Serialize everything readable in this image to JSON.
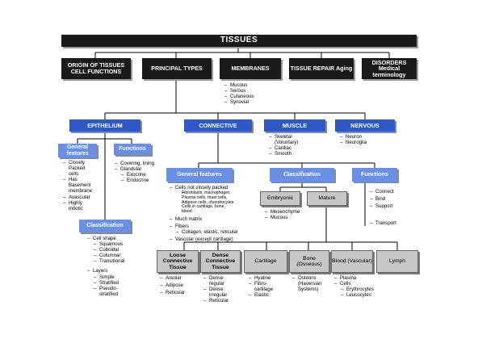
{
  "top": "TISSUES",
  "level1": {
    "origin": "ORIGIN OF TISSUES CELL FUNCTIONS",
    "principal": "PRINCIPAL TYPES",
    "membranes": "MEMBRANES",
    "repair": "TISSUE REPAIR Aging",
    "disorders": "DISORDERS Medical terminology"
  },
  "membranes_list": [
    "Mucous",
    "Serous",
    "Cutaneous",
    "Synovial"
  ],
  "types": {
    "epithelium": "EPITHELIUM",
    "connective": "CONNECTIVE",
    "muscle": "MUSCLE",
    "nervous": "NERVOUS"
  },
  "muscle_list": [
    "Skeletal",
    "(Voluntary)",
    "Cardiac",
    "Smooth"
  ],
  "nervous_list": [
    "Neuron",
    "Neuroglia"
  ],
  "epithelium": {
    "general_features": "General features",
    "general_list": [
      "Closely",
      "Packed",
      "cells",
      "Has",
      "Basement",
      "membrane",
      "Avascular",
      "Highly",
      "mitotic"
    ],
    "functions": "Functions",
    "functions_list": [
      "Covering, lining",
      "Glandular",
      "Exocrine",
      "Endocrine"
    ],
    "classification": "Classification",
    "classification_list": [
      "Cell shape",
      "Squamous",
      "Cuboidal",
      "Columnar",
      "Transitional",
      "Layers",
      "Simple",
      "Stratified",
      "Pseudo-",
      "stratified"
    ]
  },
  "connective": {
    "general_features": "General features",
    "general_list": [
      "Cells not closely packed",
      "Fibroblasts, macrophages",
      "Plasma cells, mast cells,",
      "Adipose cells, chondrocytes",
      "Cells in cartilage, bone,",
      "blood",
      "Much matrix",
      "Fibers",
      "Collagen, elastic, reticular",
      "Vascular (except cartilage)"
    ],
    "classification": "Classification",
    "embryonic": "Embryonic",
    "mature": "Mature",
    "embryonic_list": [
      "Mesenchyme",
      "Mucous"
    ],
    "functions": "Functions",
    "functions_list": [
      "Connect",
      "Bind",
      "Support",
      "Transport"
    ]
  },
  "mature_types": {
    "loose": "Loose Connective Tissue",
    "dense": "Dense Connective Tissue",
    "cartilage": "Cartilage",
    "bone": "Bone (Osseous)",
    "blood": "Blood (Vascular)",
    "lymph": "Lymph"
  },
  "loose_list": [
    "Areolar",
    "Adipose",
    "Reticular"
  ],
  "dense_list": [
    "Dense",
    "regular",
    "Dense",
    "irregular",
    "Reticular"
  ],
  "cartilage_list": [
    "Hyaline",
    "Fibro-",
    "cartilage",
    "Elastic"
  ],
  "bone_list": [
    "Osteons",
    "(Haversian",
    "Systems)"
  ],
  "blood_list": [
    "Plasma",
    "Cells",
    "Erythrocytes",
    "Leucocytes"
  ],
  "colors": {
    "dark_box": "#1a1a1a",
    "blue_box": "#2f57c6",
    "light_blue_box": "#6a8fe6",
    "gray_box": "#c7c7c7",
    "line": "#000000"
  }
}
